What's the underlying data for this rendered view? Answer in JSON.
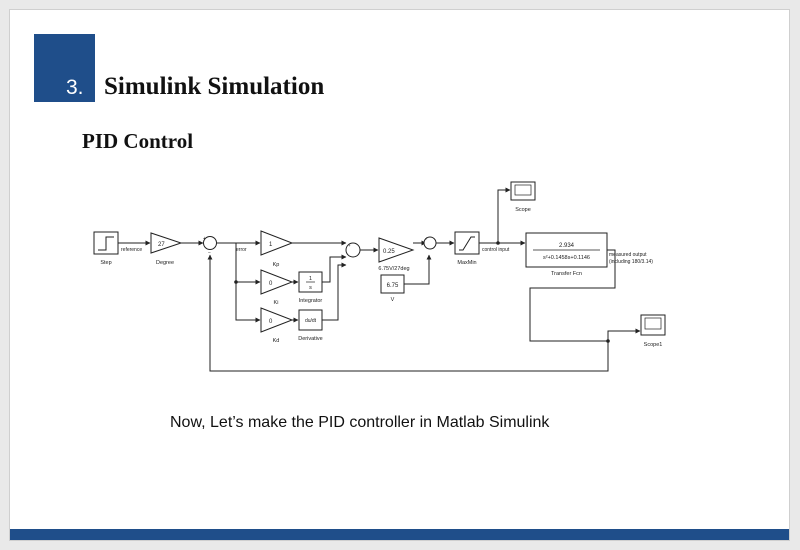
{
  "slide": {
    "section_number": "3.",
    "title": "Simulink Simulation",
    "subtitle": "PID Control",
    "caption": "Now, Let’s make the PID controller in Matlab Simulink",
    "accent_color": "#1f4e8a"
  },
  "diagram": {
    "blocks": {
      "step_label": "Step",
      "degree_value": "27",
      "degree_label": "Degree",
      "kp_value": "1",
      "kp_label": "Kp",
      "ki_value": "0",
      "ki_label": "Ki",
      "kd_value": "0",
      "kd_label": "Kd",
      "integrator_num": "1",
      "integrator_den": "s",
      "integrator_label": "Integrator",
      "derivative_value": "du/dt",
      "derivative_label": "Derivative",
      "gain_value": "0.25",
      "gain_label": "6.75V/27deg",
      "v_value": "6.75",
      "v_label": "V",
      "maxmin_label": "MaxMin",
      "tf_num": "2.934",
      "tf_den": "s²+0.1458s+0.1146",
      "tf_label": "Transfer Fcn",
      "scope_label": "Scope",
      "scope1_label": "Scope1"
    },
    "signals": {
      "reference": "reference",
      "error": "error",
      "control_input": "control input",
      "measured_output_1": "measured output",
      "measured_output_2": "(including 180/3.14)"
    },
    "signs": {
      "sum1_plus": "+",
      "sum1_minus": "−",
      "sum2_plus": "+",
      "sum3_plus": "+"
    }
  }
}
